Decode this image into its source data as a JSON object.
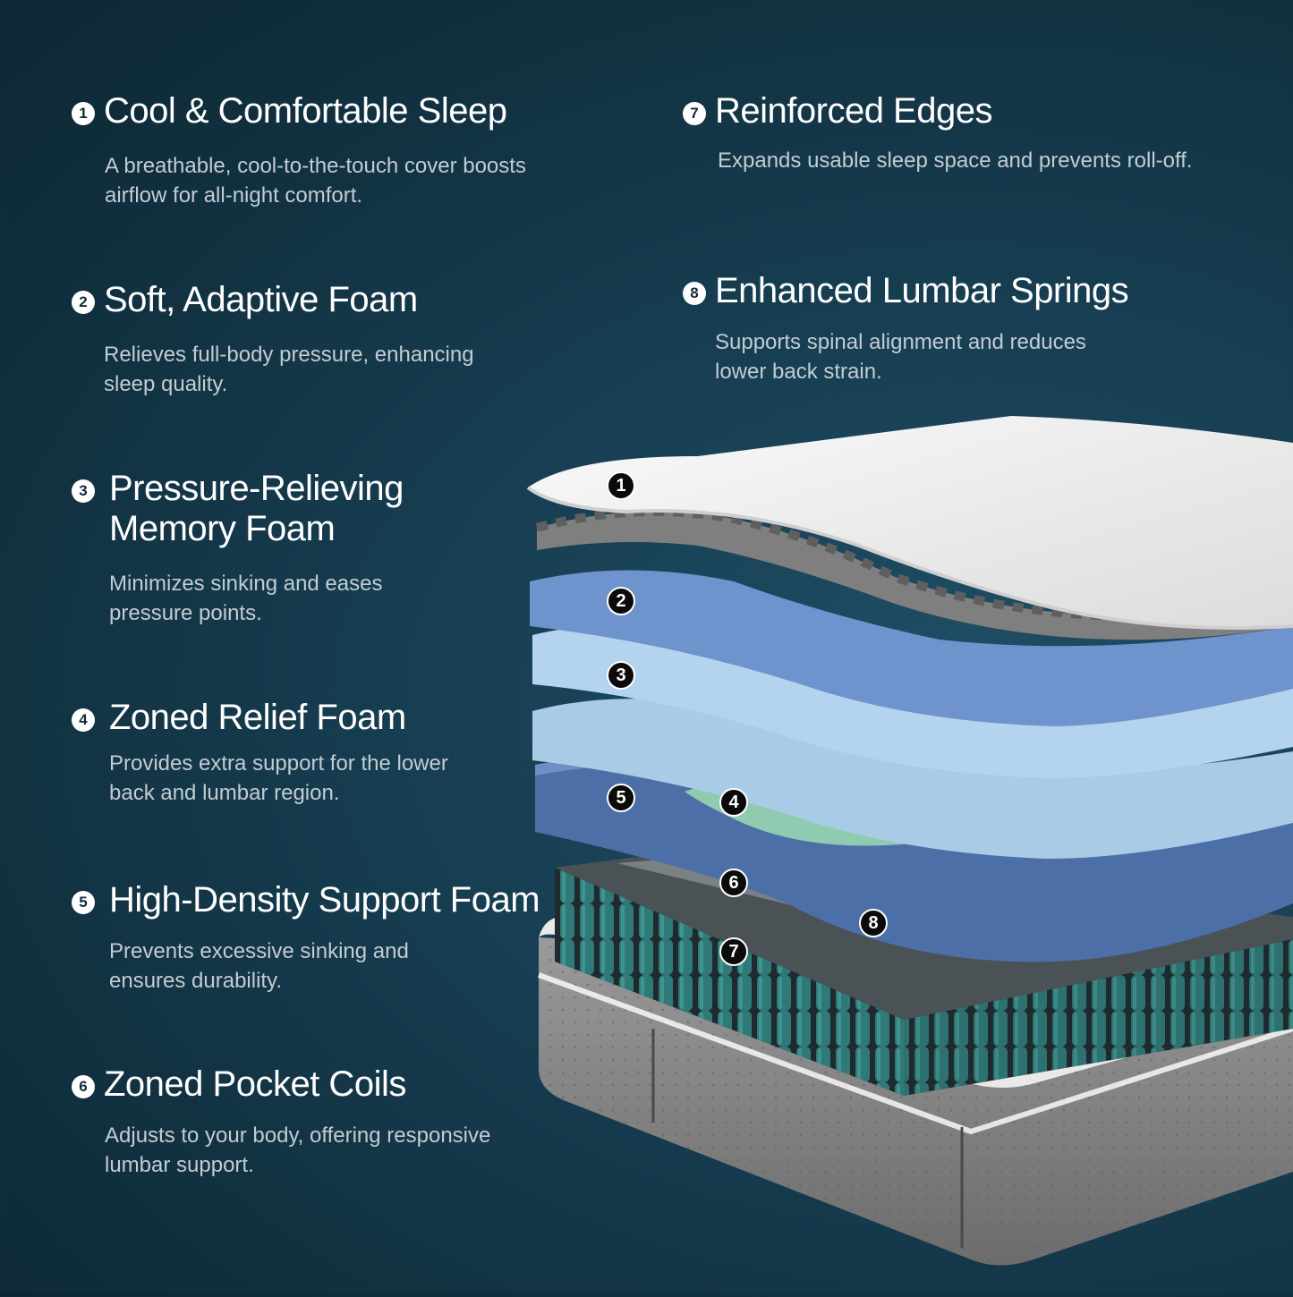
{
  "features": [
    {
      "num": "1",
      "title": "Cool & Comfortable Sleep",
      "desc": "A breathable, cool-to-the-touch cover boosts airflow for all-night comfort."
    },
    {
      "num": "2",
      "title": "Soft, Adaptive Foam",
      "desc": "Relieves full-body pressure, enhancing sleep quality."
    },
    {
      "num": "3",
      "title": "Pressure-Relieving Memory Foam",
      "desc": "Minimizes sinking and eases pressure points."
    },
    {
      "num": "4",
      "title": "Zoned Relief Foam",
      "desc": "Provides extra support for the lower back and lumbar region."
    },
    {
      "num": "5",
      "title": "High-Density Support Foam",
      "desc": "Prevents excessive sinking and ensures durability."
    },
    {
      "num": "6",
      "title": "Zoned Pocket Coils",
      "desc": "Adjusts to your body, offering responsive lumbar support."
    },
    {
      "num": "7",
      "title": "Reinforced Edges",
      "desc": "Expands usable sleep space and prevents roll-off."
    },
    {
      "num": "8",
      "title": "Enhanced Lumbar Springs",
      "desc": "Supports spinal alignment and reduces lower back strain."
    }
  ],
  "markers": [
    "1",
    "2",
    "3",
    "4",
    "5",
    "6",
    "7",
    "8"
  ],
  "colors": {
    "background": "#163a4d",
    "cover": "#f1f1ef",
    "egg_crate": "#8e8e8e",
    "adaptive_foam": "#6f93cc",
    "memory_foam": "#a9cbe6",
    "relief_foam": "#8ecbb0",
    "support_foam": "#4d6fa8",
    "coils": "#2f7a78",
    "edge_frame": "#8c8c8c"
  }
}
